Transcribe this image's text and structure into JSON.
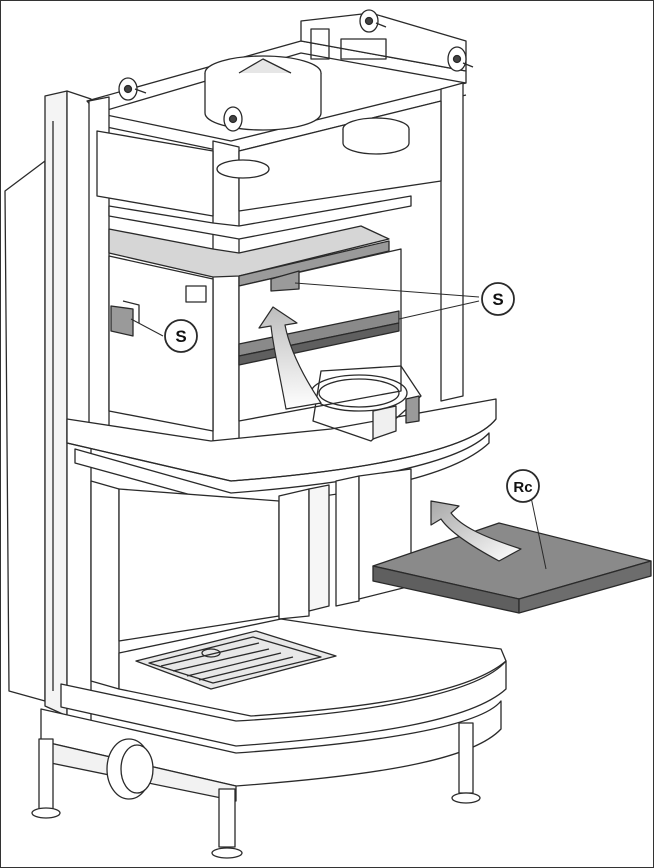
{
  "callouts": {
    "s_right": "S",
    "s_left": "S",
    "rc": "Rc"
  },
  "colors": {
    "line": "#2a2a2a",
    "panel_dark": "#8a8a8a",
    "panel_light": "#d6d6d6",
    "arrow_fill": "#f2f2f2"
  }
}
